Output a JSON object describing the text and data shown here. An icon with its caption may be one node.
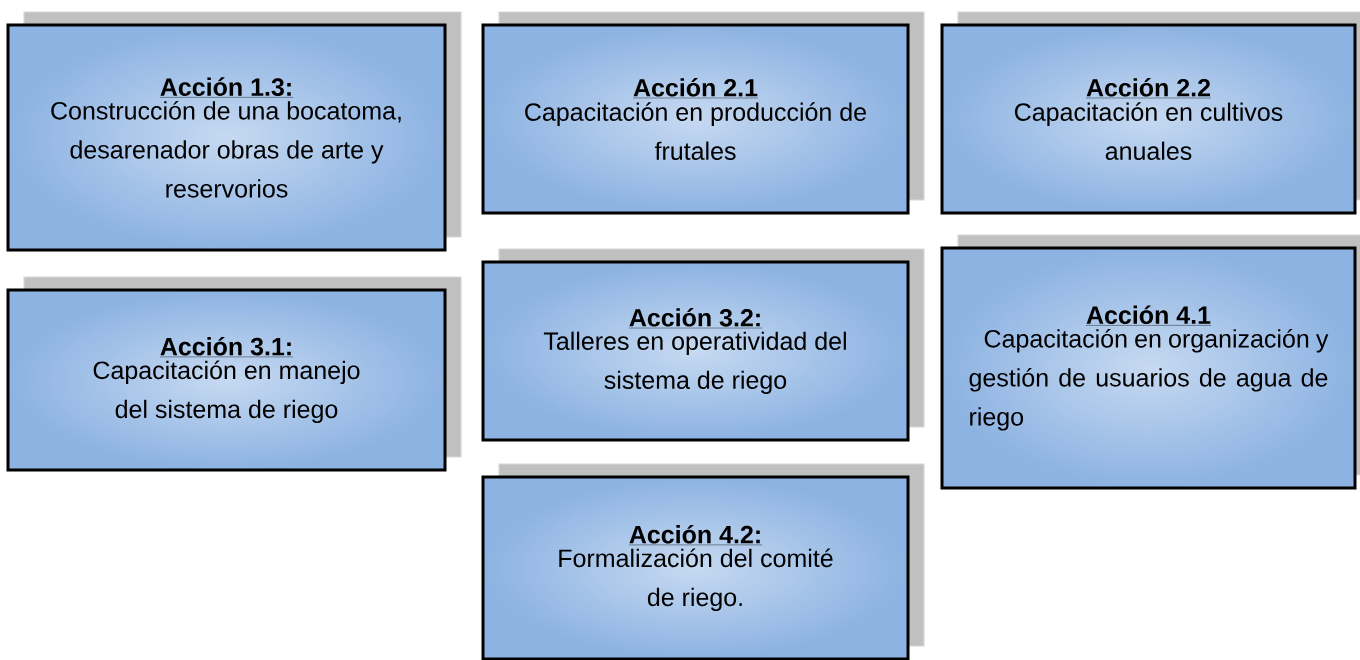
{
  "diagram": {
    "nodes": [
      {
        "text": [
          "Acción 1.3:",
          "Construcción de una bocatoma, desarenador obras de arte y reservorios"
        ]
      },
      {
        "text": [
          "Acción 2.1",
          "Capacitación en producción de frutales"
        ]
      },
      {
        "text": [
          "Acción 2.2",
          "Capacitación en cultivos anuales"
        ]
      },
      {
        "text": [
          "Acción 3.1:",
          "Capacitación en manejo del sistema de riego"
        ]
      },
      {
        "text": [
          "Acción 3.2:",
          "Talleres en operatividad del sistema de riego"
        ]
      },
      {
        "text": [
          "Acción 4.1",
          "Capacitación en organización y gestión de usuarios de agua de riego"
        ]
      },
      {
        "text": [
          "Acción 4.2:",
          "Formalización del comité de riego."
        ]
      }
    ]
  }
}
